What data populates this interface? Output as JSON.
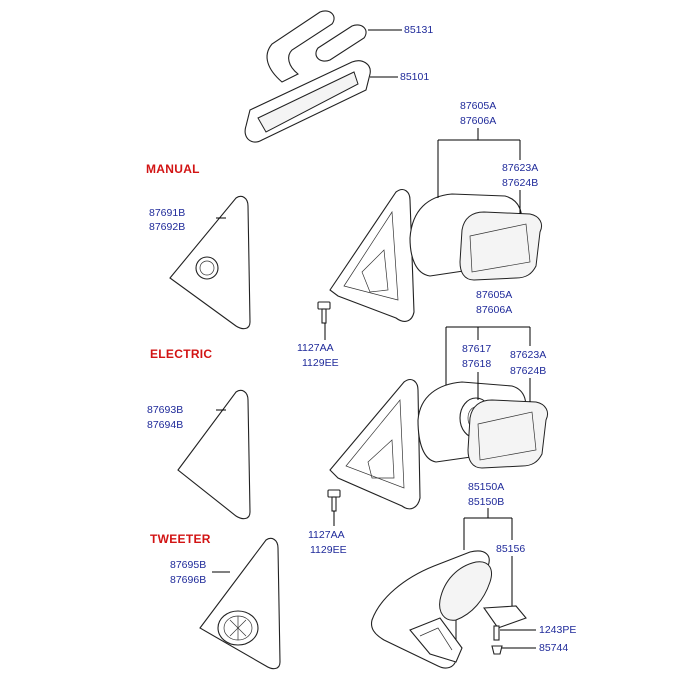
{
  "sections": {
    "manual": "MANUAL",
    "electric": "ELECTRIC",
    "tweeter": "TWEETER"
  },
  "parts": {
    "p85131": "85131",
    "p85101": "85101",
    "p87605A_1": "87605A",
    "p87606A_1": "87606A",
    "p87623A_1": "87623A",
    "p87624B_1": "87624B",
    "p87691B": "87691B",
    "p87692B": "87692B",
    "p1127AA_1": "1127AA",
    "p1129EE_1": "1129EE",
    "p87605A_2": "87605A",
    "p87606A_2": "87606A",
    "p87617": "87617",
    "p87618": "87618",
    "p87623A_2": "87623A",
    "p87624B_2": "87624B",
    "p87693B": "87693B",
    "p87694B": "87694B",
    "p1127AA_2": "1127AA",
    "p1129EE_2": "1129EE",
    "p85150A": "85150A",
    "p85150B": "85150B",
    "p85156": "85156",
    "p87695B": "87695B",
    "p87696B": "87696B",
    "p1243PE": "1243PE",
    "p85744": "85744"
  }
}
